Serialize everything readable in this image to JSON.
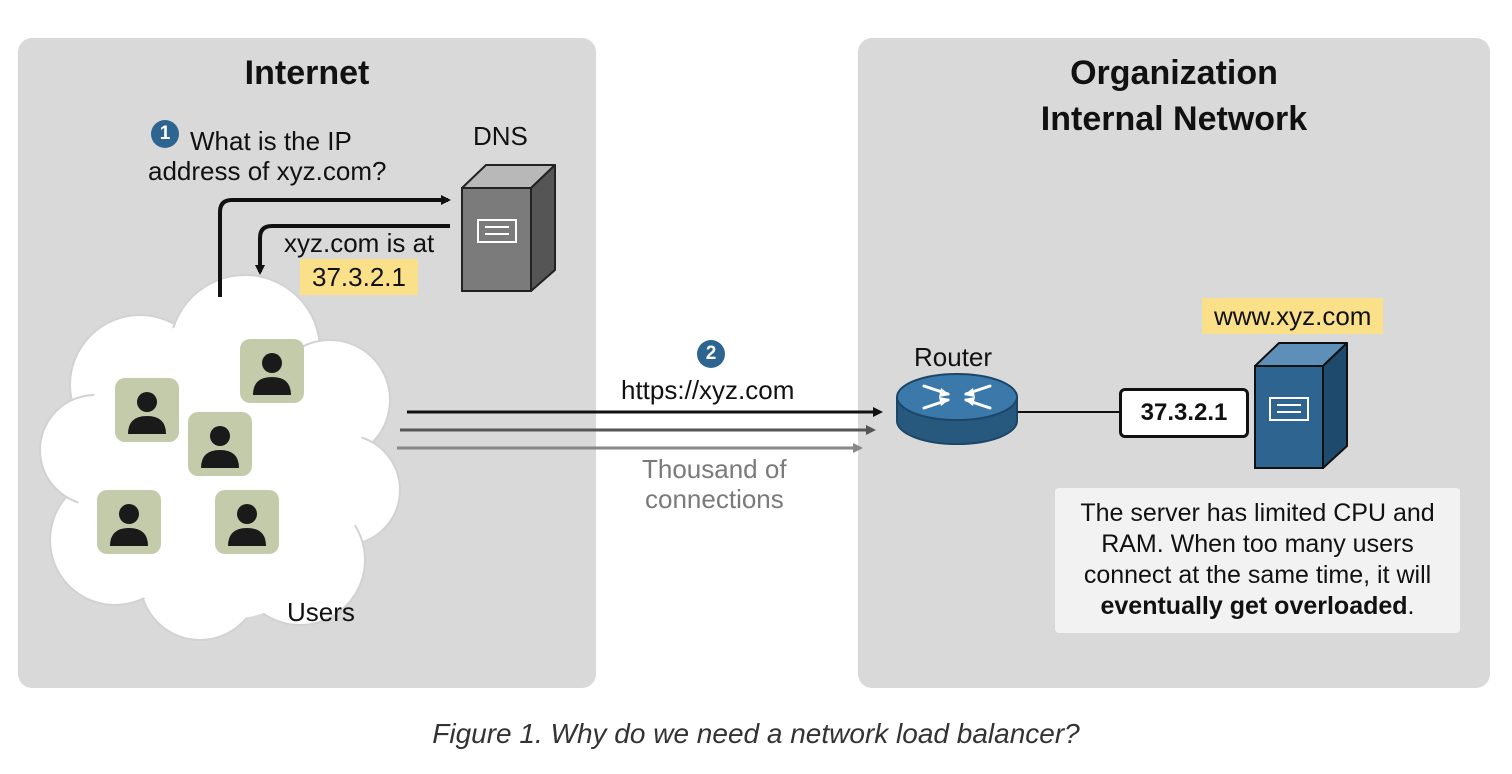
{
  "panels": {
    "internet_title": "Internet",
    "org_title_line1": "Organization",
    "org_title_line2": "Internal Network"
  },
  "step1": {
    "badge": "1",
    "question_line1": "What is the IP",
    "question_line2": "address of xyz.com?",
    "answer": "xyz.com is at",
    "answer_ip": "37.3.2.1"
  },
  "dns_label": "DNS",
  "users_label": "Users",
  "step2": {
    "badge": "2",
    "url": "https://xyz.com",
    "connections_line1": "Thousand of",
    "connections_line2": "connections"
  },
  "router_label": "Router",
  "server": {
    "domain": "www.xyz.com",
    "ip": "37.3.2.1",
    "note_plain": "The server has limited CPU and RAM. When too many users connect at the same time, it will ",
    "note_bold": "eventually get overloaded",
    "note_end": "."
  },
  "caption": "Figure 1. Why do we need a network load balancer?",
  "colors": {
    "panel": "#d9d9d9",
    "highlight": "#fbe08a",
    "badge": "#2d6590",
    "server_blue": "#2d6590",
    "user_avatar_bg": "#c3cbab"
  }
}
